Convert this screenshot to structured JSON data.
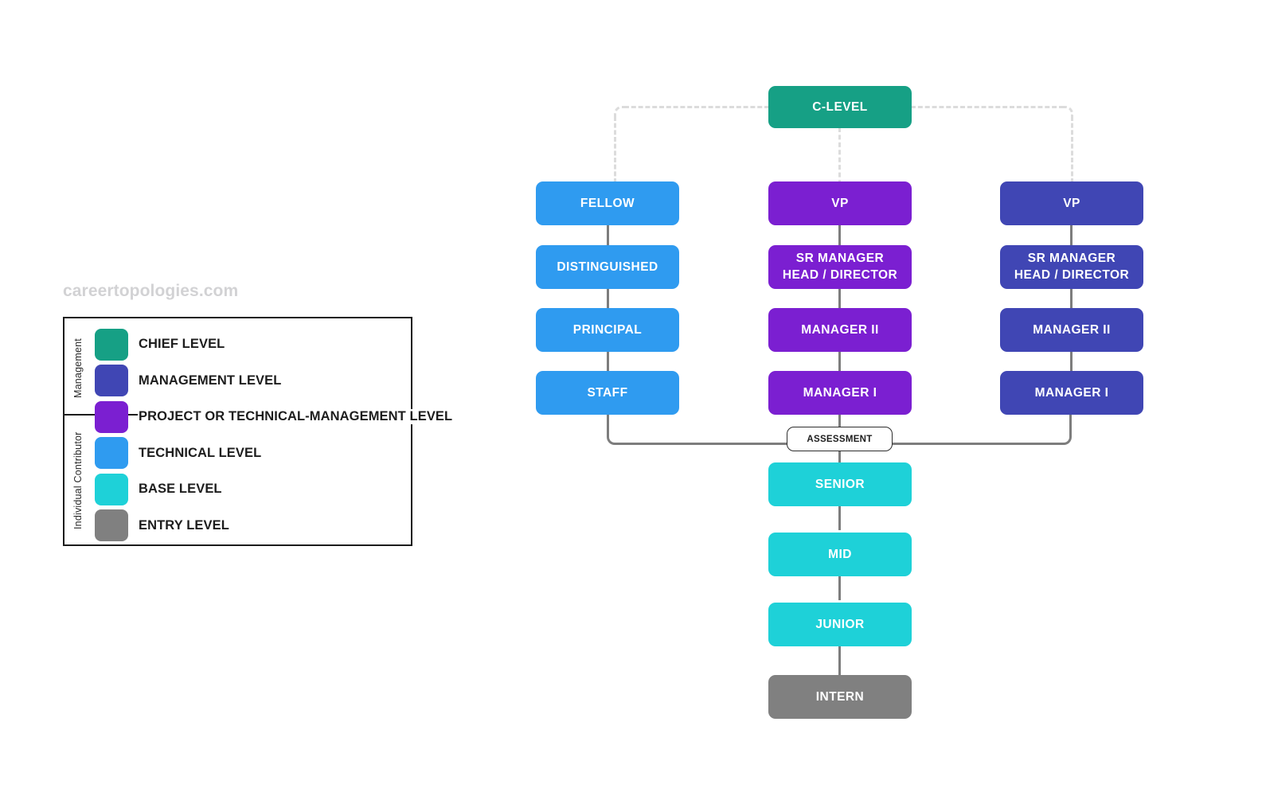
{
  "watermark": "careertopologies.com",
  "colors": {
    "chief": "#16a085",
    "management": "#4046b4",
    "project_tech_management": "#7b1fd1",
    "technical": "#2f9bf0",
    "base": "#1ed1d8",
    "entry": "#808080",
    "connector": "#7d7d7d",
    "dashed": "#dcdcdc",
    "text_on_node": "#ffffff",
    "legend_border": "#1c1c1c",
    "watermark": "#d2d2d4"
  },
  "legend": {
    "group_management": "Management",
    "group_individual_contributor": "Individual Contributor",
    "items": [
      {
        "label": "CHIEF LEVEL",
        "color": "#16a085",
        "group": "Management"
      },
      {
        "label": "MANAGEMENT LEVEL",
        "color": "#4046b4",
        "group": "Management"
      },
      {
        "label": "PROJECT OR TECHNICAL-MANAGEMENT LEVEL",
        "color": "#7b1fd1",
        "group": "Both"
      },
      {
        "label": "TECHNICAL LEVEL",
        "color": "#2f9bf0",
        "group": "Individual Contributor"
      },
      {
        "label": "BASE LEVEL",
        "color": "#1ed1d8",
        "group": "Individual Contributor"
      },
      {
        "label": "ENTRY LEVEL",
        "color": "#808080",
        "group": "Individual Contributor"
      }
    ]
  },
  "diagram": {
    "top": {
      "label": "C-LEVEL",
      "color": "#16a085"
    },
    "assessment": {
      "label": "ASSESSMENT"
    },
    "columns": [
      {
        "name": "technical-track",
        "nodes": [
          {
            "label": "FELLOW",
            "color": "#2f9bf0"
          },
          {
            "label": "DISTINGUISHED",
            "color": "#2f9bf0"
          },
          {
            "label": "PRINCIPAL",
            "color": "#2f9bf0"
          },
          {
            "label": "STAFF",
            "color": "#2f9bf0"
          }
        ]
      },
      {
        "name": "project-technical-management-track",
        "nodes": [
          {
            "label": "VP",
            "color": "#7b1fd1"
          },
          {
            "label": "SR MANAGER\nHEAD / DIRECTOR",
            "line1": "SR MANAGER",
            "line2": "HEAD / DIRECTOR",
            "color": "#7b1fd1"
          },
          {
            "label": "MANAGER II",
            "color": "#7b1fd1"
          },
          {
            "label": "MANAGER I",
            "color": "#7b1fd1"
          }
        ]
      },
      {
        "name": "management-track",
        "nodes": [
          {
            "label": "VP",
            "color": "#4046b4"
          },
          {
            "label": "SR MANAGER\nHEAD / DIRECTOR",
            "line1": "SR MANAGER",
            "line2": "HEAD / DIRECTOR",
            "color": "#4046b4"
          },
          {
            "label": "MANAGER II",
            "color": "#4046b4"
          },
          {
            "label": "MANAGER I",
            "color": "#4046b4"
          }
        ]
      }
    ],
    "base_track": {
      "name": "base-track",
      "nodes": [
        {
          "label": "SENIOR",
          "color": "#1ed1d8"
        },
        {
          "label": "MID",
          "color": "#1ed1d8"
        },
        {
          "label": "JUNIOR",
          "color": "#1ed1d8"
        },
        {
          "label": "INTERN",
          "color": "#808080"
        }
      ]
    }
  }
}
